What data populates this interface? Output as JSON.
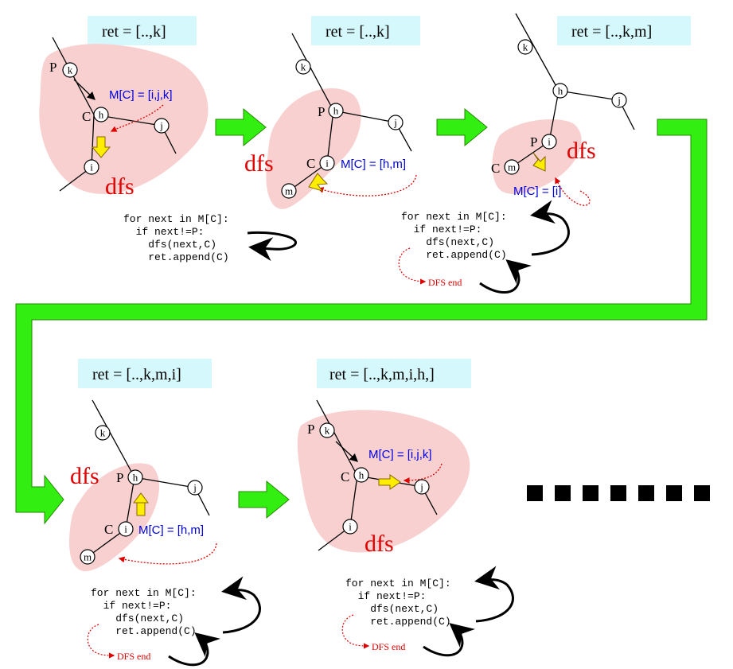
{
  "ret_labels": [
    "ret = [..,k]",
    "ret = [..,k]",
    "ret = [..,k,m]",
    "ret = [..,k,m,i]",
    "ret = [..,k,m,i,h,]"
  ],
  "dfs_label": "dfs",
  "mc_labels": [
    "M[C] = [i,j,k]",
    "M[C] = [h,m]",
    "M[C] = [i]",
    "M[C] = [h,m]",
    "M[C] = [i,j,k]"
  ],
  "code_lines": [
    "for next in M[C]:",
    "  if next!=P:",
    "    dfs(next,C)",
    "    ret.append(C)"
  ],
  "dfs_end": "DFS end",
  "node_names": [
    "k",
    "h",
    "j",
    "i",
    "m"
  ],
  "role_labels": {
    "parent": "P",
    "current": "C"
  },
  "colors": {
    "highlight": "#f8d0d0",
    "label_bg": "#d4f8fb",
    "big_arrow": "#33ee11",
    "step_arrow": "#ffee00",
    "mc_text": "#0000e0",
    "dfs_text": "#e00000"
  }
}
